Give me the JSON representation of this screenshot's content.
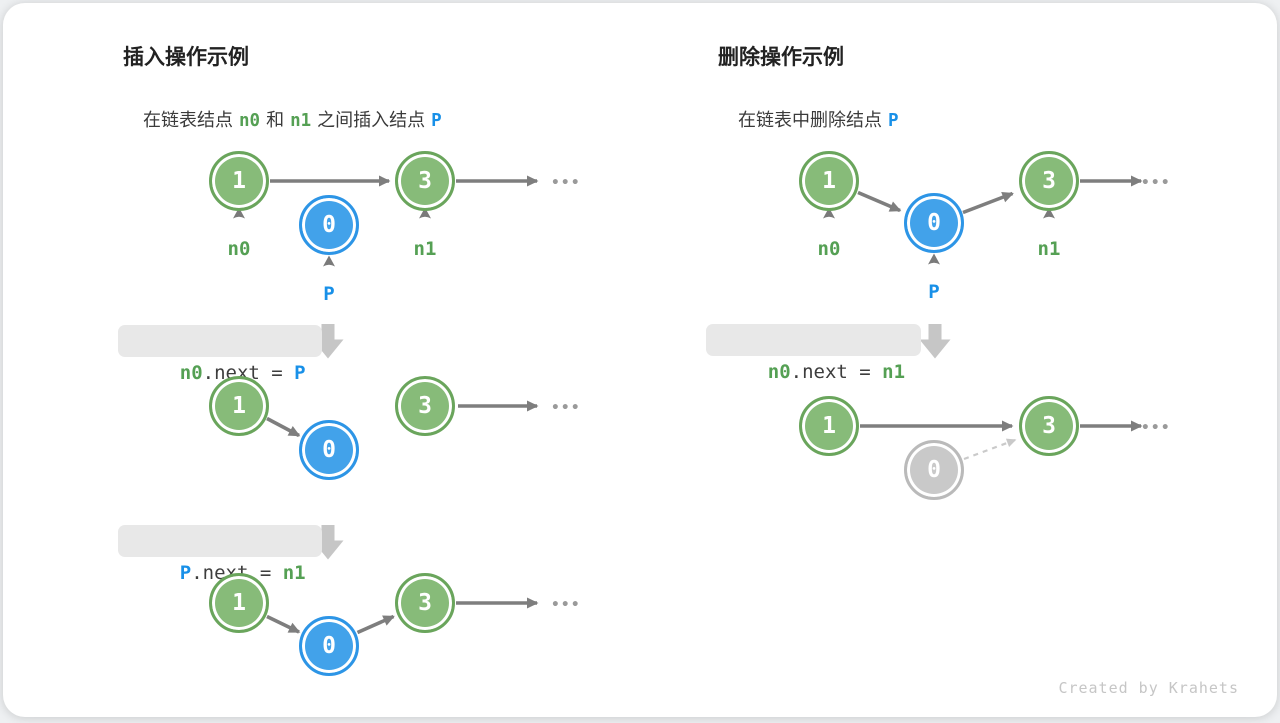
{
  "watermark": "Created by Krahets",
  "values": {
    "first": "1",
    "third": "3",
    "inserted": "0"
  },
  "ellipsis": "•••",
  "colors": {
    "node_green": "#87bb79",
    "node_green_border": "#6aa55c",
    "node_blue": "#42a2ea",
    "node_blue_border": "#2d95e6",
    "node_gray": "#c9c9c9",
    "node_gray_border": "#bababa",
    "arrow_gray": "#7e7e7e",
    "dashed_arrow_gray": "#cacaca",
    "pointer_caret_gray": "#7a7a7a",
    "text_green": "#55a054",
    "text_blue": "#1890e8",
    "code_background": "#e8e8e8",
    "block_arrow_gray": "#c6c6c6"
  },
  "insert": {
    "title": "插入操作示例",
    "subtitle_prefix": "在链表结点",
    "subtitle_n0": "n0",
    "subtitle_mid": "和",
    "subtitle_n1": "n1",
    "subtitle_suffix": "之间插入结点",
    "subtitle_p": "P",
    "pointers": {
      "n0": "n0",
      "n1": "n1",
      "p": "P"
    },
    "code1": {
      "a": "n0",
      "op": ".next = ",
      "b": "P"
    },
    "code2": {
      "a": "P",
      "op": ".next = ",
      "b": "n1"
    }
  },
  "delete": {
    "title": "删除操作示例",
    "subtitle_prefix": "在链表中删除结点",
    "subtitle_p": "P",
    "pointers": {
      "n0": "n0",
      "n1": "n1",
      "p": "P"
    },
    "code1": {
      "a": "n0",
      "op": ".next = ",
      "b": "n1"
    }
  }
}
